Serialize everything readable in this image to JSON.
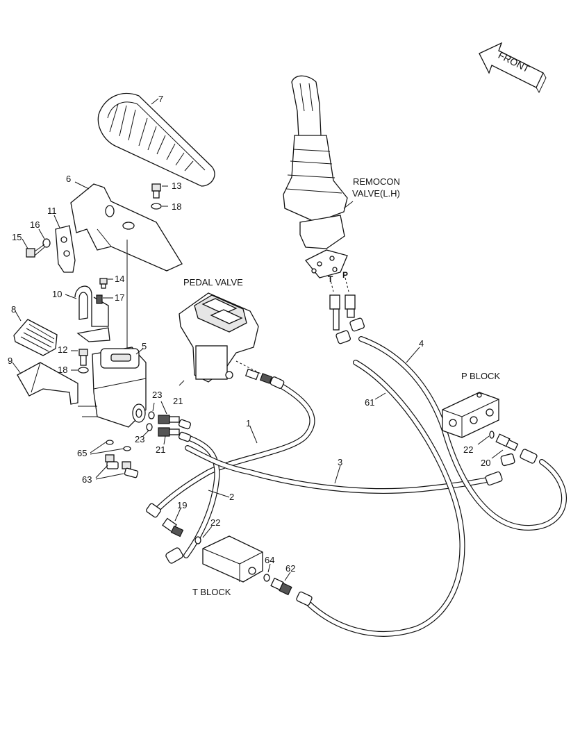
{
  "titles": {
    "remocon_line1": "REMOCON",
    "remocon_line2": "VALVE(L.H)",
    "pedal_valve": "PEDAL VALVE",
    "p_block": "P BLOCK",
    "t_block": "T BLOCK",
    "front": "FRONT",
    "port_t": "T",
    "port_p": "P"
  },
  "callouts": {
    "c1": "1",
    "c2": "2",
    "c3": "3",
    "c4": "4",
    "c5": "5",
    "c6": "6",
    "c7": "7",
    "c8": "8",
    "c9": "9",
    "c10": "10",
    "c11": "11",
    "c12": "12",
    "c13": "13",
    "c14": "14",
    "c15": "15",
    "c16": "16",
    "c17": "17",
    "c18a": "18",
    "c18b": "18",
    "c19": "19",
    "c20": "20",
    "c21a": "21",
    "c21b": "21",
    "c22a": "22",
    "c22b": "22",
    "c23a": "23",
    "c23b": "23",
    "c61": "61",
    "c62": "62",
    "c63": "63",
    "c64": "64",
    "c65": "65"
  },
  "colors": {
    "line": "#111111",
    "fill": "#ffffff",
    "shade": "#e6e6e6"
  }
}
